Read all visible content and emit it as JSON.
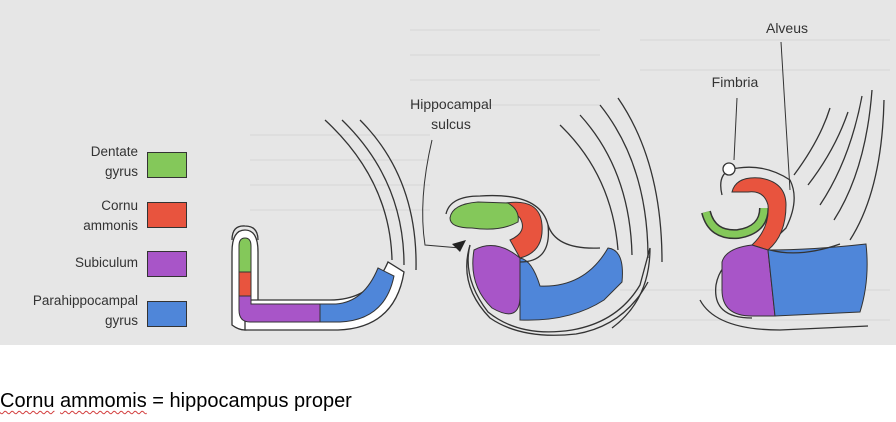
{
  "legend": {
    "items": [
      {
        "label_lines": [
          "Dentate",
          "gyrus"
        ],
        "color": "#84c85a"
      },
      {
        "label_lines": [
          "Cornu",
          "ammonis"
        ],
        "color": "#e8543e"
      },
      {
        "label_lines": [
          "Subiculum"
        ],
        "color": "#a855c8"
      },
      {
        "label_lines": [
          "Parahippocampal",
          "gyrus"
        ],
        "color": "#4f86d9"
      }
    ]
  },
  "callouts": {
    "hippocampal_sulcus": [
      "Hippocampal",
      "sulcus"
    ],
    "fimbria": "Fimbria",
    "alveus": "Alveus"
  },
  "caption": {
    "part1": "Cornu",
    "part2": "ammomis",
    "rest": " = hippocampus proper"
  }
}
